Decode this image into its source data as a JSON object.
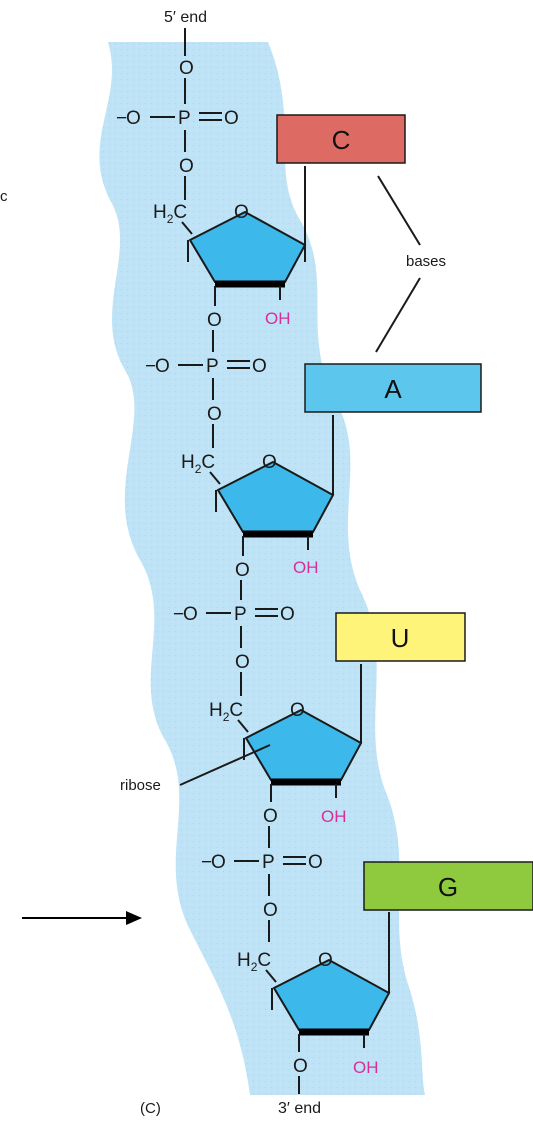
{
  "labels": {
    "five_prime_end": "5′ end",
    "three_prime_end": "3′ end",
    "panel": "(C)",
    "bases": "bases",
    "ribose": "ribose",
    "edge_fragment": "c"
  },
  "atoms": {
    "oxygen": "O",
    "phosphorus": "P",
    "negative_charge": "−",
    "methylene": "H",
    "methylene_subscript": "2",
    "methylene_carbon": "C",
    "hydroxyl": "OH"
  },
  "nucleotides": [
    {
      "base": "C",
      "color": "#de6b63"
    },
    {
      "base": "A",
      "color": "#5cc6ec"
    },
    {
      "base": "U",
      "color": "#fff47a"
    },
    {
      "base": "G",
      "color": "#8fca3e"
    }
  ],
  "colors": {
    "backbone_band": "#bfe3f6",
    "ribose_fill": "#3cb8ea",
    "hydroxyl_text": "#d62f9a"
  }
}
